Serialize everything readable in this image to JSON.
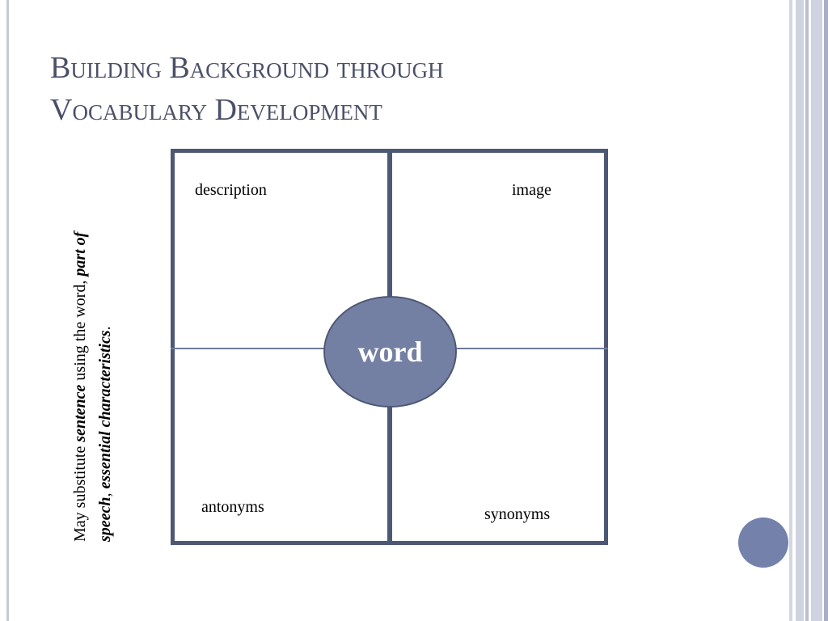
{
  "slide": {
    "title_line1": "Building Background through",
    "title_line2": "Vocabulary Development"
  },
  "side_note": {
    "t1": "May substitute ",
    "t2": "sentence",
    "t3": " using the word, ",
    "t4": "part of speech",
    "t5": ", ",
    "t6": "essential characteristics",
    "t7": "."
  },
  "frayer": {
    "center": "word",
    "top_left": "description",
    "top_right": "image",
    "bottom_left": "antonyms",
    "bottom_right": "synonyms"
  },
  "colors": {
    "title": "#4b5068",
    "border": "#4d5874",
    "oval_fill": "#7480a3",
    "nav_circle": "#7381ab"
  }
}
